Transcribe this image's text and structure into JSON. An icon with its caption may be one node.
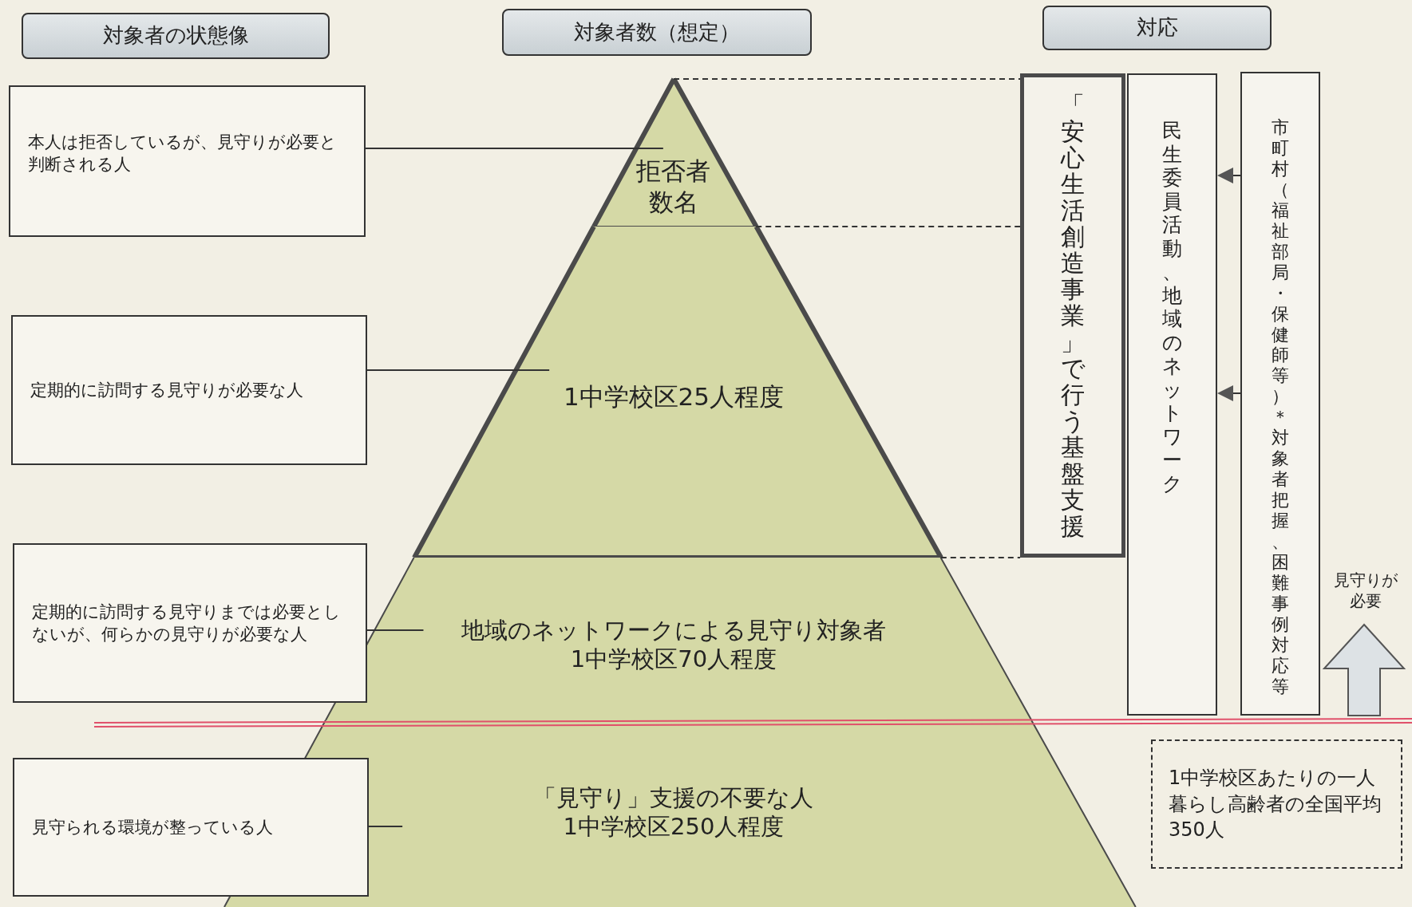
{
  "diagram": {
    "nodes": [
      {
        "text": [
          "対象者の状態像"
        ]
      },
      {
        "text": [
          "対象者数（想定）"
        ]
      },
      {
        "text": [
          "対応"
        ]
      },
      {
        "text": [
          "本人は拒否しているが、見守りが必要と判断される人"
        ]
      },
      {
        "text": [
          "定期的に訪問する見守りが必要な人"
        ]
      },
      {
        "text": [
          "定期的に訪問する見守りまでは必要としないが、何らかの見守りが必要な人"
        ]
      },
      {
        "text": [
          "見守られる環境が整っている人"
        ]
      },
      {
        "text": [
          "拒否者数名"
        ]
      },
      {
        "text": [
          "1中学校区25人程度"
        ]
      },
      {
        "text": [
          "地域のネットワークによる見守り対象者",
          "1中学校区70人程度"
        ]
      },
      {
        "text": [
          "「見守り」支援の不要な人",
          "1中学校区250人程度"
        ]
      },
      {
        "text": [
          "「安心生活創造事業」で行う基盤支援"
        ]
      },
      {
        "text": [
          "民生委員活動、地域のネットワーク"
        ]
      },
      {
        "text": [
          "市町村（福祉部局・保健師等）＊対象者把握、困難事例対応等"
        ]
      },
      {
        "text": [
          "1中学校区あたりの一人暮らし高齢者の全国平均350人"
        ]
      }
    ],
    "edges": [
      {
        "from": 3,
        "to": 7,
        "arrow": "none"
      },
      {
        "from": 4,
        "to": 8,
        "arrow": "none"
      },
      {
        "from": 5,
        "to": 9,
        "arrow": "none"
      },
      {
        "from": 6,
        "to": 10,
        "arrow": "none"
      },
      {
        "from": 7,
        "to": 11,
        "arrow": "none",
        "style": "dashed"
      },
      {
        "from": 8,
        "to": 11,
        "arrow": "none",
        "style": "dashed"
      },
      {
        "from": 8,
        "to": 11,
        "arrow": "none",
        "style": "dashed"
      },
      {
        "from": 13,
        "to": 12,
        "arrow": "to"
      },
      {
        "from": 13,
        "to": 12,
        "arrow": "to"
      }
    ],
    "labels": [
      "見守りが必要"
    ]
  }
}
